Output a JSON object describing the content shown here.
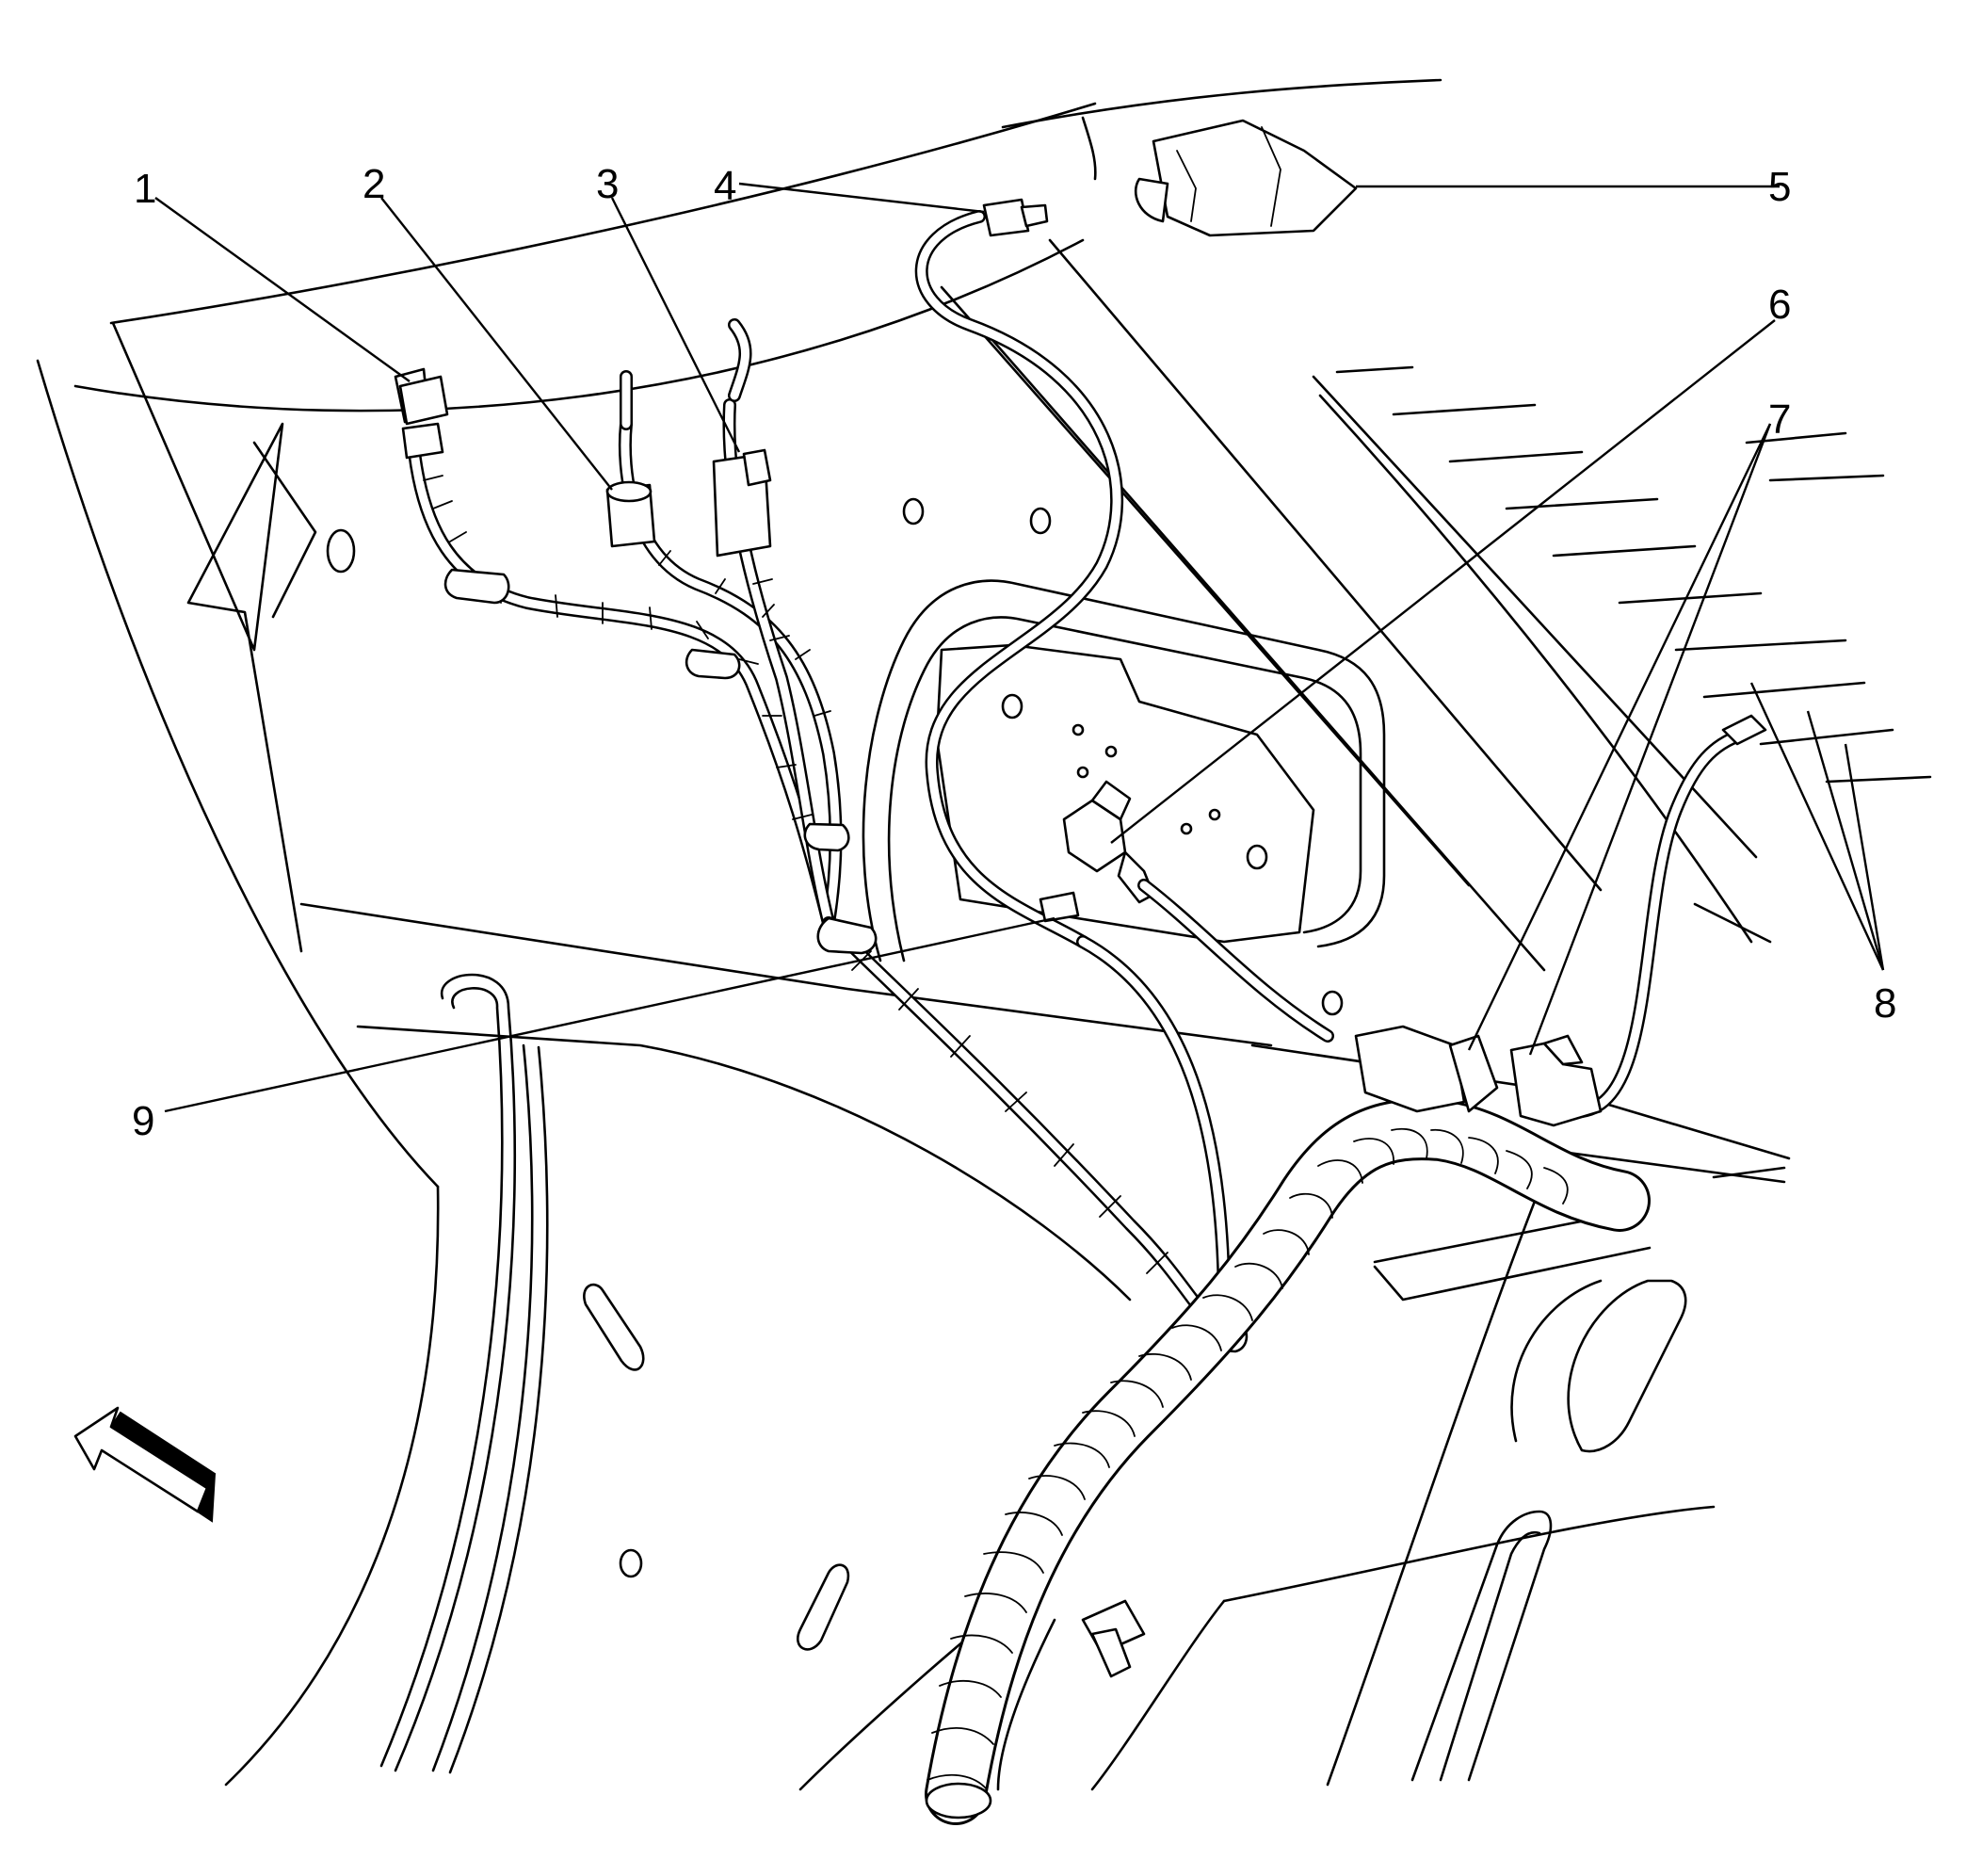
{
  "diagram": {
    "callouts": [
      {
        "id": "1",
        "label": "1"
      },
      {
        "id": "2",
        "label": "2"
      },
      {
        "id": "3",
        "label": "3"
      },
      {
        "id": "4",
        "label": "4"
      },
      {
        "id": "5",
        "label": "5"
      },
      {
        "id": "6",
        "label": "6"
      },
      {
        "id": "7",
        "label": "7"
      },
      {
        "id": "8",
        "label": "8"
      },
      {
        "id": "9",
        "label": "9"
      }
    ],
    "icons": {
      "direction_arrow": "front-direction-arrow-icon"
    },
    "colors": {
      "line": "#000000",
      "background": "#ffffff"
    }
  }
}
